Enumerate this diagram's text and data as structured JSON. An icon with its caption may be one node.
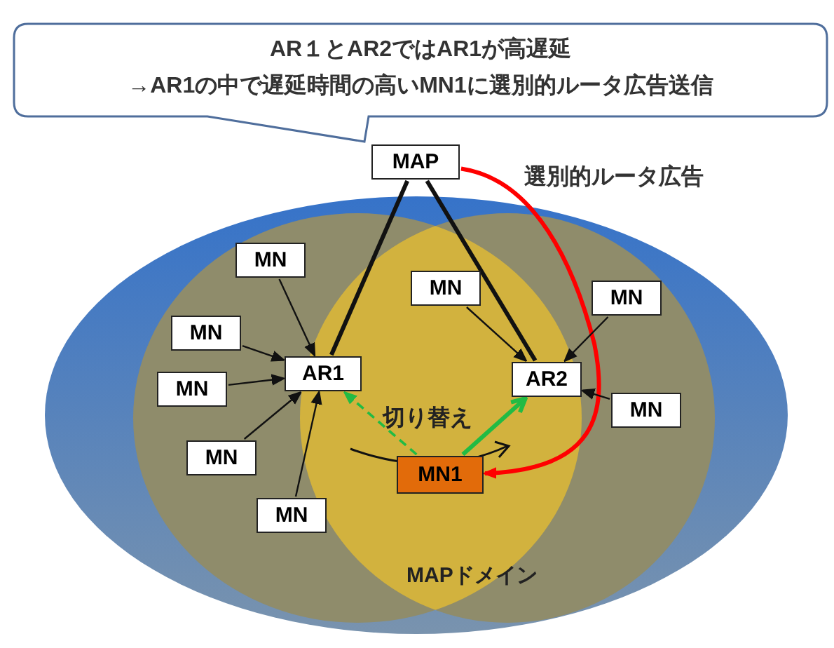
{
  "diagram": {
    "nodes": [
      {
        "text": [
          "AR１とAR2ではAR1が高遅延",
          "→AR1の中で遅延時間の高いMN1に選別的ルータ広告送信"
        ]
      },
      {
        "text": [
          "MAP"
        ]
      },
      {
        "text": [
          "MAPドメイン"
        ]
      },
      {
        "text": [
          "AR1"
        ],
        "in": 2
      },
      {
        "text": [
          "AR2"
        ],
        "in": 2
      },
      {
        "text": [
          "MN1"
        ],
        "in": 2
      },
      {
        "text": [
          "MN"
        ],
        "in": 2
      },
      {
        "text": [
          "MN"
        ],
        "in": 2
      },
      {
        "text": [
          "MN"
        ],
        "in": 2
      },
      {
        "text": [
          "MN"
        ],
        "in": 2
      },
      {
        "text": [
          "MN"
        ],
        "in": 2
      },
      {
        "text": [
          "MN"
        ],
        "in": 2
      },
      {
        "text": [
          "MN"
        ],
        "in": 2
      },
      {
        "text": [
          "MN"
        ],
        "in": 2
      }
    ],
    "edges": [
      {
        "from": 1,
        "to": 3,
        "arrow": "none",
        "style": "thick"
      },
      {
        "from": 1,
        "to": 4,
        "arrow": "none",
        "style": "thick"
      },
      {
        "from": 1,
        "to": 5,
        "arrow": "to",
        "style": "thick",
        "color": "#ff0000",
        "label": "選別的ルータ広告"
      },
      {
        "from": 6,
        "to": 3,
        "arrow": "to"
      },
      {
        "from": 7,
        "to": 3,
        "arrow": "to"
      },
      {
        "from": 8,
        "to": 3,
        "arrow": "to"
      },
      {
        "from": 9,
        "to": 3,
        "arrow": "to"
      },
      {
        "from": 10,
        "to": 3,
        "arrow": "to"
      },
      {
        "from": 11,
        "to": 4,
        "arrow": "to"
      },
      {
        "from": 12,
        "to": 4,
        "arrow": "to"
      },
      {
        "from": 13,
        "to": 4,
        "arrow": "to"
      },
      {
        "from": 5,
        "to": 3,
        "arrow": "to",
        "style": "dashed",
        "color": "#22bb44"
      },
      {
        "from": 5,
        "to": 4,
        "arrow": "to",
        "style": "thick",
        "color": "#22bb44"
      }
    ],
    "labels": [
      "切り替え"
    ]
  }
}
